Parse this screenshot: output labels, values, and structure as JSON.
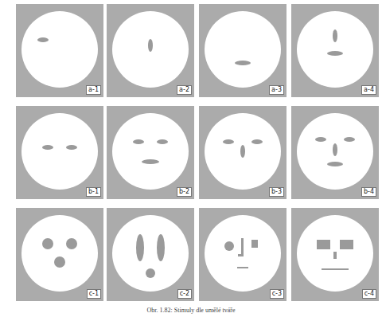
{
  "diagram": {
    "caption": "Obr. 1.82: Stimuly dle umělé tváře",
    "labels": [
      "a-1",
      "a-2",
      "a-3",
      "a-4",
      "b-1",
      "b-2",
      "b-3",
      "b-4",
      "c-1",
      "c-2",
      "c-3",
      "c-4"
    ]
  }
}
